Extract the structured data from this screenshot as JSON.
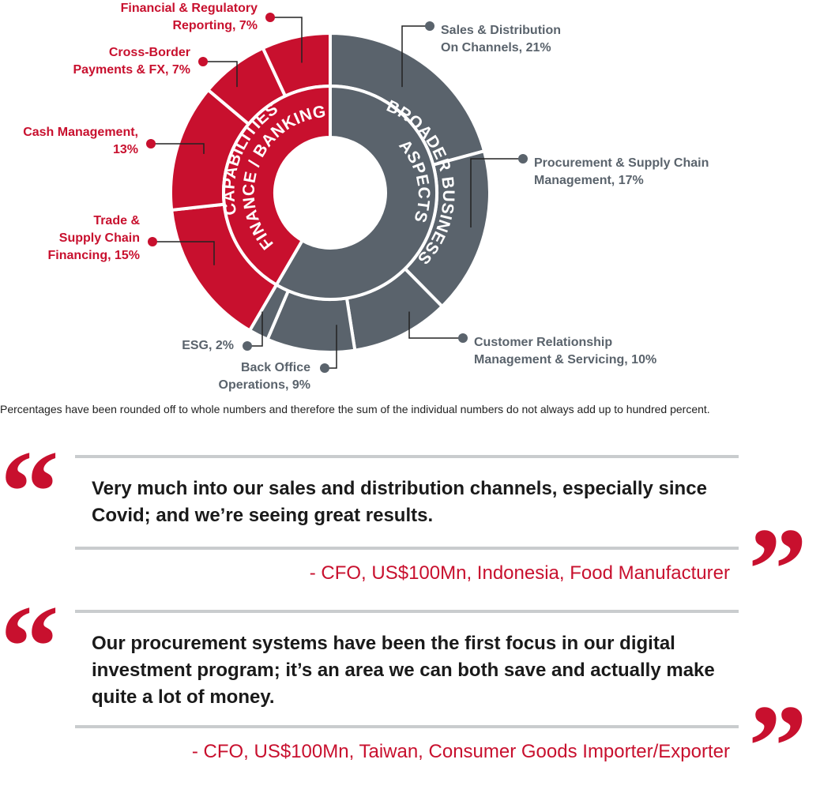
{
  "chart_data": {
    "type": "pie",
    "subtype": "sunburst",
    "inner_ring": [
      {
        "name": "FINANCE / BANKING CAPABILITIES",
        "color": "#c8102e"
      },
      {
        "name": "BROADER BUSINESS ASPECTS",
        "color": "#5a636c"
      }
    ],
    "segments": [
      {
        "label": "Sales & Distribution On Channels, 21%",
        "lines": [
          "Sales & Distribution",
          "On Channels, 21%"
        ],
        "value": 21,
        "group": "BROADER BUSINESS ASPECTS"
      },
      {
        "label": "Procurement & Supply Chain Management, 17%",
        "lines": [
          "Procurement & Supply Chain",
          "Management, 17%"
        ],
        "value": 17,
        "group": "BROADER BUSINESS ASPECTS"
      },
      {
        "label": "Customer Relationship Management & Servicing, 10%",
        "lines": [
          "Customer Relationship",
          "Management & Servicing, 10%"
        ],
        "value": 10,
        "group": "BROADER BUSINESS ASPECTS"
      },
      {
        "label": "Back Office Operations, 9%",
        "lines": [
          "Back Office",
          "Operations, 9%"
        ],
        "value": 9,
        "group": "BROADER BUSINESS ASPECTS"
      },
      {
        "label": "ESG, 2%",
        "lines": [
          "ESG, 2%"
        ],
        "value": 2,
        "group": "BROADER BUSINESS ASPECTS"
      },
      {
        "label": "Trade & Supply Chain Financing, 15%",
        "lines": [
          "Trade &",
          "Supply Chain",
          "Financing, 15%"
        ],
        "value": 15,
        "group": "FINANCE / BANKING CAPABILITIES"
      },
      {
        "label": "Cash Management, 13%",
        "lines": [
          "Cash Management,",
          "13%"
        ],
        "value": 13,
        "group": "FINANCE / BANKING CAPABILITIES"
      },
      {
        "label": "Cross-Border Payments & FX, 7%",
        "lines": [
          "Cross-Border",
          "Payments & FX, 7%"
        ],
        "value": 7,
        "group": "FINANCE / BANKING CAPABILITIES"
      },
      {
        "label": "Financial & Regulatory Reporting, 7%",
        "lines": [
          "Financial & Regulatory",
          "Reporting, 7%"
        ],
        "value": 7,
        "group": "FINANCE / BANKING CAPABILITIES"
      }
    ],
    "colors": {
      "finance": "#c8102e",
      "business": "#5a636c",
      "divider": "#ffffff"
    }
  },
  "ring_labels": {
    "finance_line1": "FINANCE / BANKING",
    "finance_line2": "CAPABILITIES",
    "business_line1": "BROADER BUSINESS",
    "business_line2": "ASPECTS"
  },
  "footnote": "Percentages have been rounded off to whole numbers and therefore the sum of the individual numbers do not always add up to hundred percent.",
  "quotes": [
    {
      "text": "Very much into our sales and distribution channels, especially since Covid; and we’re seeing great results.",
      "attribution": "- CFO, US$100Mn, Indonesia, Food Manufacturer"
    },
    {
      "text": "Our procurement systems have been the first focus in our digital investment program; it’s an area we can both save and actually make quite a lot of money.",
      "attribution": "- CFO, US$100Mn, Taiwan, Consumer Goods Importer/Exporter"
    }
  ],
  "quote_marks": {
    "open": "“",
    "close": "”"
  }
}
